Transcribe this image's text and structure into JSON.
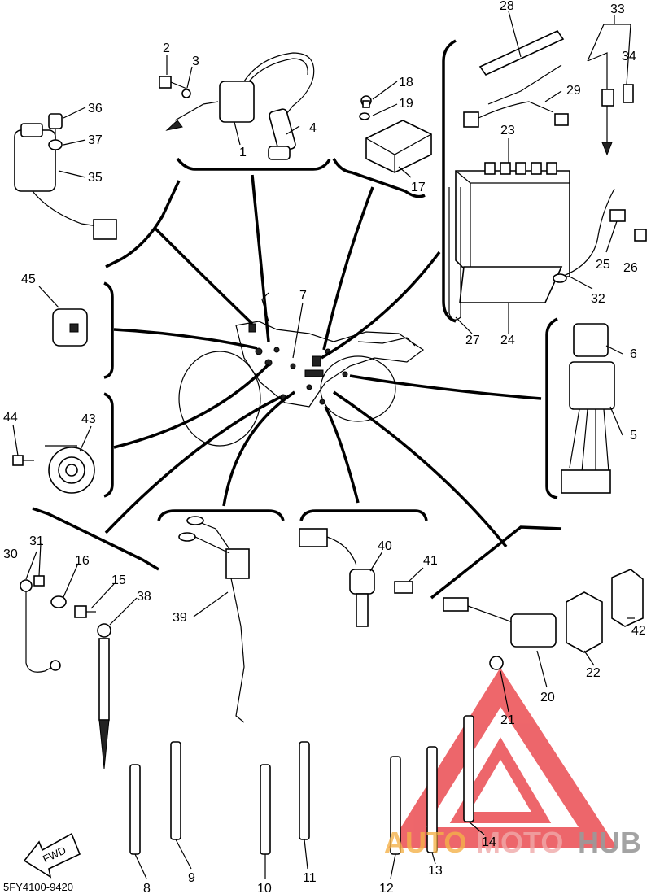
{
  "diagram_code": "5FY4100-9420",
  "fwd_label": "FWD",
  "watermark": {
    "part_auto": "AUTO",
    "part_moto": "MOTO",
    "part_hub": "HUB",
    "color_auto": "#f4b24a",
    "color_moto": "#f0a9a9",
    "color_hub": "#9a9a9a",
    "logo_color": "#e8343a"
  },
  "parts": {
    "p1": "1",
    "p2": "2",
    "p3": "3",
    "p4": "4",
    "p5": "5",
    "p6": "6",
    "p7": "7",
    "p8": "8",
    "p9": "9",
    "p10": "10",
    "p11": "11",
    "p12": "12",
    "p13": "13",
    "p14": "14",
    "p15": "15",
    "p16": "16",
    "p17": "17",
    "p18": "18",
    "p19": "19",
    "p20": "20",
    "p21": "21",
    "p22": "22",
    "p23": "23",
    "p24": "24",
    "p25": "25",
    "p26": "26",
    "p27": "27",
    "p28": "28",
    "p29": "29",
    "p30": "30",
    "p31": "31",
    "p32": "32",
    "p33": "33",
    "p34": "34",
    "p35": "35",
    "p36": "36",
    "p37": "37",
    "p38": "38",
    "p39": "39",
    "p40": "40",
    "p41": "41",
    "p42": "42",
    "p43": "43",
    "p44": "44",
    "p45": "45"
  }
}
